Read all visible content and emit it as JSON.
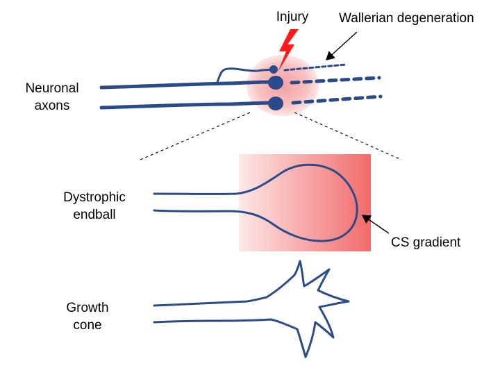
{
  "labels": {
    "injury": "Injury",
    "wallerian": "Wallerian degeneration",
    "neuronal_line1": "Neuronal",
    "neuronal_line2": "axons",
    "dystrophic_line1": "Dystrophic",
    "dystrophic_line2": "endball",
    "cs_gradient": "CS gradient",
    "growth_line1": "Growth",
    "growth_line2": "cone"
  },
  "colors": {
    "axon": "#2a4a8a",
    "injury_bolt": "#ff1a1a",
    "injury_zone": "#f4a0a0",
    "gradient_light": "#fde6e6",
    "gradient_dark": "#f26d6d"
  },
  "icons": {
    "injury": "lightning-bolt-icon"
  }
}
